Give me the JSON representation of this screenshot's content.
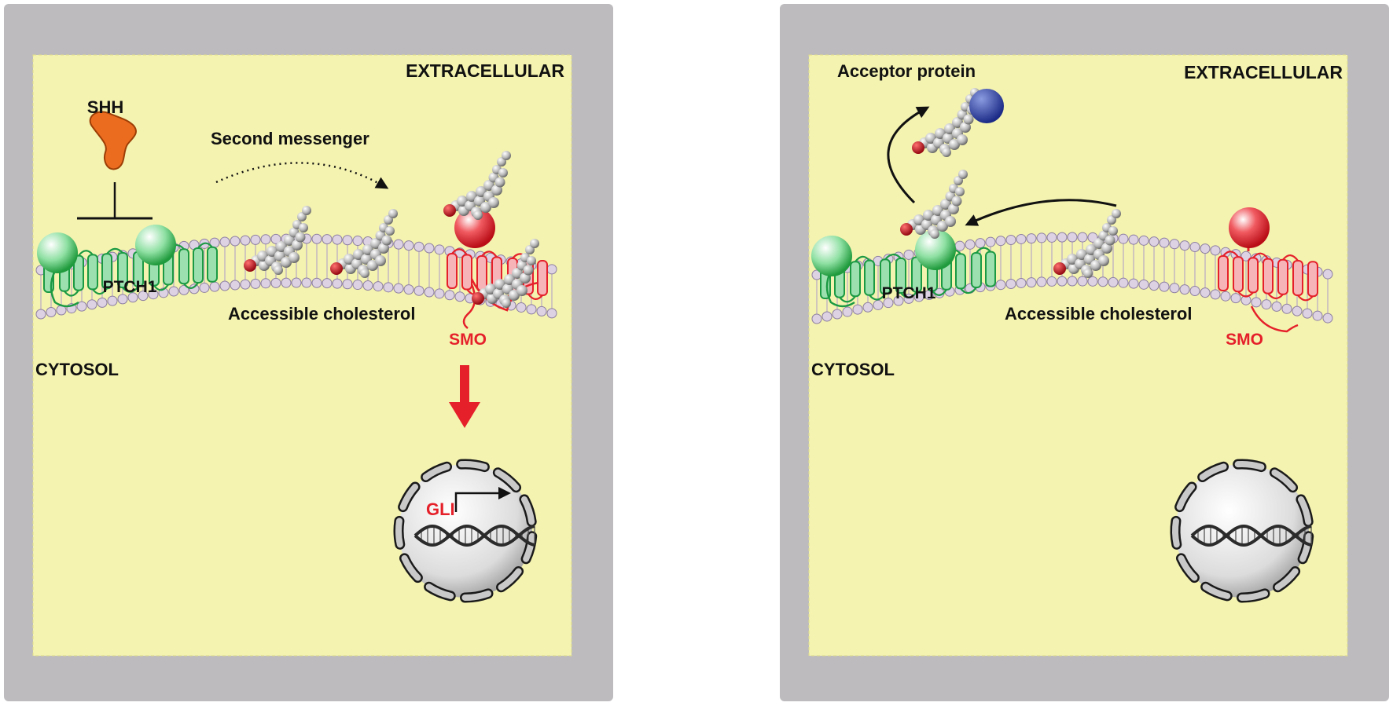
{
  "colors": {
    "frame": "#bdbbbd",
    "cell": "#f4f3b0",
    "ptch1": "#7cd69a",
    "smo": "#f3a3a8",
    "smo_stroke": "#e5202a",
    "shh": "#ec6c1f",
    "acceptor": "#2a3c9c",
    "lipid_head": "#d9cfe1",
    "cholesterol": "#9d9d9d",
    "cholesterol_oh": "#c8101c",
    "signal_arrow": "#e5202a"
  },
  "panels": [
    {
      "extracellular": "EXTRACELLULAR",
      "cytosol": "CYTOSOL",
      "ligand": "SHH",
      "second_messenger": "Second messenger",
      "receptor": "PTCH1",
      "lipid": "Accessible cholesterol",
      "effector": "SMO",
      "transcription_factor": "GLI"
    },
    {
      "extracellular": "EXTRACELLULAR",
      "cytosol": "CYTOSOL",
      "acceptor": "Acceptor protein",
      "receptor": "PTCH1",
      "lipid": "Accessible cholesterol",
      "effector": "SMO"
    }
  ]
}
